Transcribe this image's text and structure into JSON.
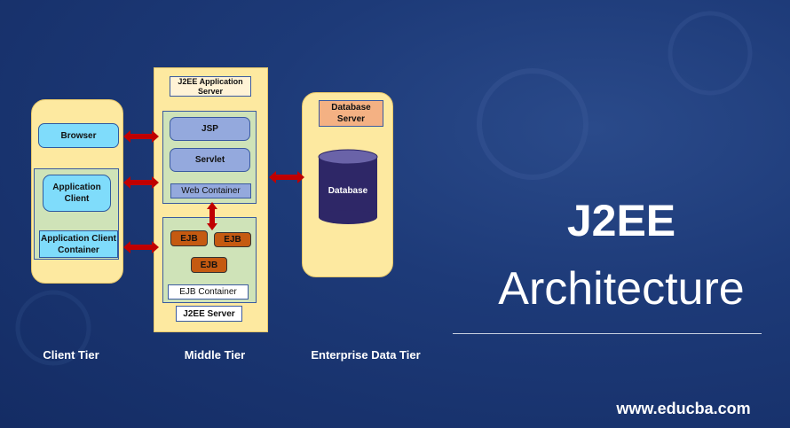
{
  "client_tier": {
    "browser": "Browser",
    "app_client": "Application Client",
    "app_client_container": "Application Client Container",
    "label": "Client Tier"
  },
  "middle_tier": {
    "app_server": "J2EE Application Server",
    "jsp": "JSP",
    "servlet": "Servlet",
    "web_container": "Web Container",
    "ejb": [
      "EJB",
      "EJB",
      "EJB"
    ],
    "ejb_container": "EJB Container",
    "j2ee_server": "J2EE Server",
    "label": "Middle Tier"
  },
  "data_tier": {
    "db_server": "Database Server",
    "database": "Database",
    "label": "Enterprise Data Tier"
  },
  "title": {
    "line1": "J2EE",
    "line2": "Architecture"
  },
  "website": "www.educba.com",
  "colors": {
    "arrow": "#c00000",
    "tier_bg": "#fde9a0"
  }
}
